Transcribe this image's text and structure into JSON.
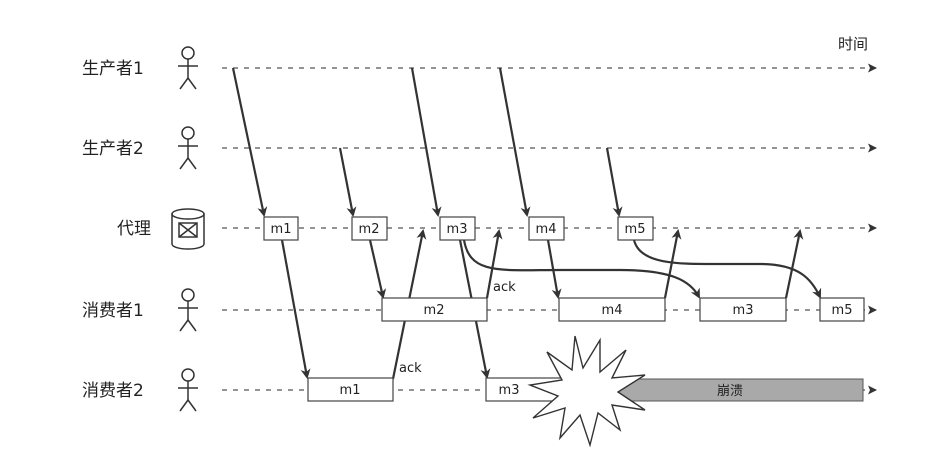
{
  "time_label": "时间",
  "lanes": [
    {
      "label": "生产者1",
      "icon": "person-icon"
    },
    {
      "label": "生产者2",
      "icon": "person-icon"
    },
    {
      "label": "代理",
      "icon": "message-queue-icon"
    },
    {
      "label": "消费者1",
      "icon": "person-icon"
    },
    {
      "label": "消费者2",
      "icon": "person-icon"
    }
  ],
  "broker_messages": [
    "m1",
    "m2",
    "m3",
    "m4",
    "m5"
  ],
  "consumer1_messages": [
    "m2",
    "m4",
    "m3",
    "m5"
  ],
  "consumer2_messages": [
    "m1",
    "m3"
  ],
  "ack_label": "ack",
  "crash_label": "崩溃",
  "colors": {
    "crash_fill": "#a9a9a9",
    "line": "#333333"
  }
}
